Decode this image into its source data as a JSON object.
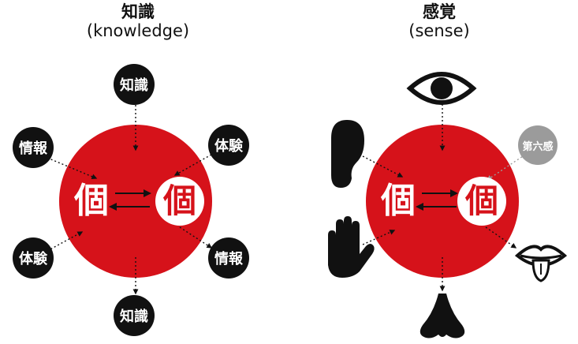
{
  "colors": {
    "red": "#d6121a",
    "black": "#111111",
    "gray": "#9b9b9b",
    "white": "#ffffff"
  },
  "left_diagram": {
    "title_jp": "知識",
    "title_en": "(knowledge)",
    "center_char_left": "個",
    "center_char_right": "個",
    "nodes": {
      "top": "知識",
      "upper_left": "情報",
      "upper_right": "体験",
      "lower_left": "体験",
      "lower_right": "情報",
      "bottom": "知識"
    }
  },
  "right_diagram": {
    "title_jp": "感覚",
    "title_en": "(sense)",
    "center_char_left": "個",
    "center_char_right": "個",
    "sixth_sense_label": "第六感",
    "icons": [
      "eye-icon",
      "ear-icon",
      "hand-icon",
      "nose-icon",
      "mouth-tongue-icon"
    ]
  }
}
